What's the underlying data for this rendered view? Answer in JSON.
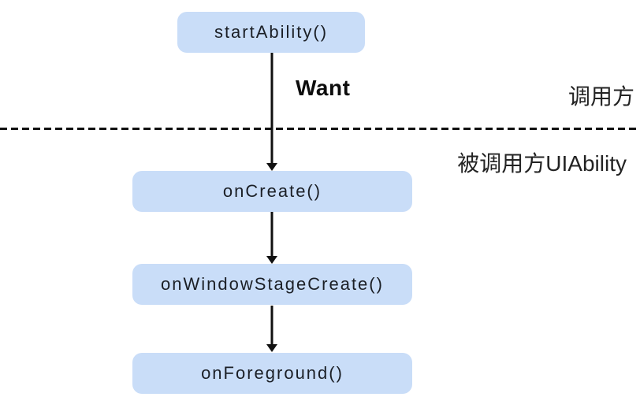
{
  "diagram": {
    "title_hint": "UIAbility launch lifecycle flow",
    "nodes": [
      {
        "id": "startAbility",
        "label": "startAbility()"
      },
      {
        "id": "onCreate",
        "label": "onCreate()"
      },
      {
        "id": "onWindowStageCreate",
        "label": "onWindowStageCreate()"
      },
      {
        "id": "onForeground",
        "label": "onForeground()"
      }
    ],
    "edges": [
      {
        "from": "startAbility",
        "to": "onCreate",
        "label": "Want"
      },
      {
        "from": "onCreate",
        "to": "onWindowStageCreate",
        "label": ""
      },
      {
        "from": "onWindowStageCreate",
        "to": "onForeground",
        "label": ""
      }
    ],
    "labels": {
      "want": "Want",
      "caller": "调用方",
      "callee": "被调用方UIAbility"
    },
    "colors": {
      "node_fill": "#c9ddf8",
      "node_text": "#1b1f26",
      "arrow": "#111111",
      "background": "#ffffff"
    }
  }
}
